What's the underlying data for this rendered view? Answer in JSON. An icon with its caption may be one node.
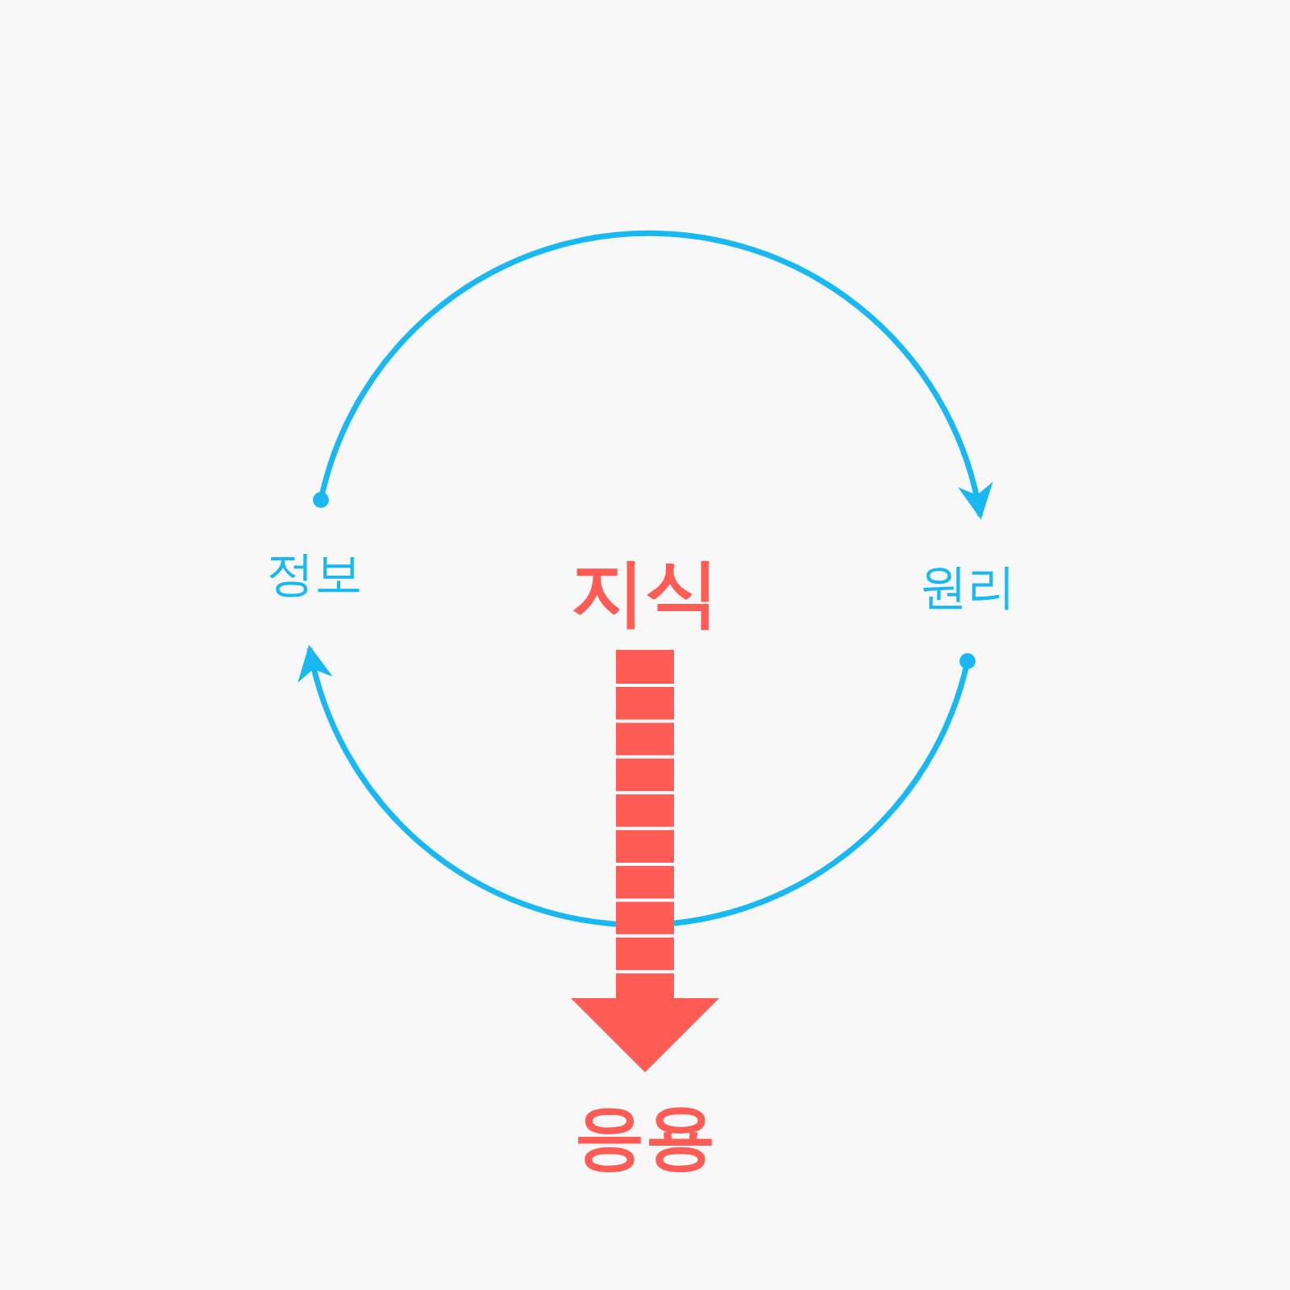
{
  "diagram": {
    "nodes": [
      {
        "text": [
          "정보"
        ]
      },
      {
        "text": [
          "원리"
        ]
      },
      {
        "text": [
          "지식"
        ]
      },
      {
        "text": [
          "응용"
        ]
      }
    ],
    "edges": [
      {
        "from": 0,
        "to": 1,
        "arrow": "to"
      },
      {
        "from": 1,
        "to": 0,
        "arrow": "to"
      },
      {
        "from": 2,
        "to": 3,
        "arrow": "to",
        "style": "thick",
        "color": "#ff5c55"
      }
    ]
  }
}
